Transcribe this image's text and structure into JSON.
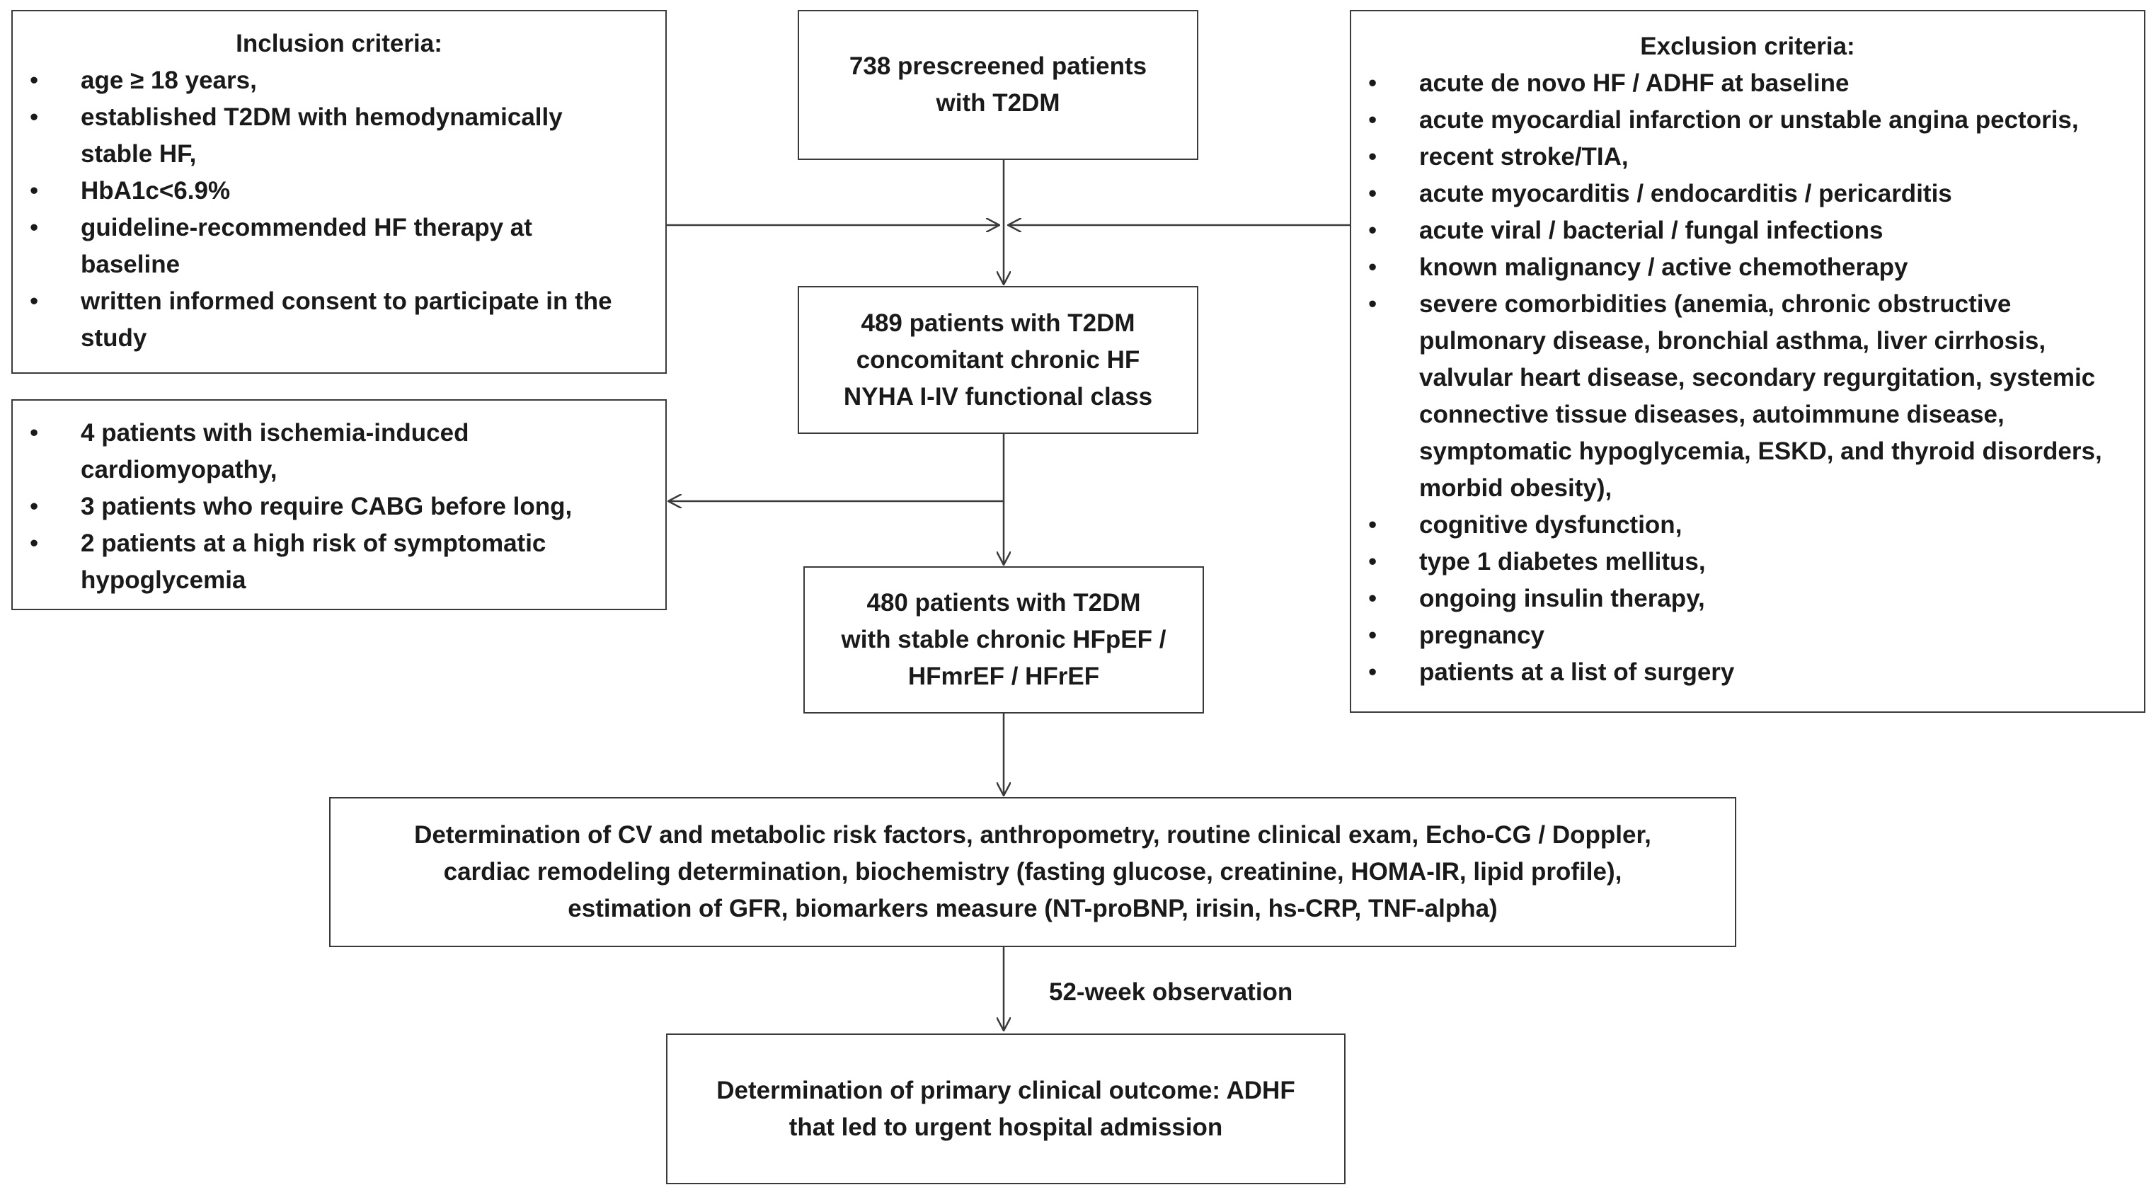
{
  "inclusion": {
    "title": "Inclusion criteria:",
    "items": [
      "age ≥ 18 years,",
      "established T2DM with hemodynamically stable HF,",
      "HbA1c<6.9%",
      "guideline-recommended  HF therapy at baseline",
      "written informed consent to participate in the study"
    ]
  },
  "exclusion": {
    "title": "Exclusion criteria:",
    "items": [
      "acute de novo HF  / ADHF at baseline",
      "acute myocardial infarction or unstable angina pectoris,",
      "recent stroke/TIA,",
      "acute myocarditis / endocarditis / pericarditis",
      "acute viral / bacterial / fungal infections",
      "known malignancy / active chemotherapy",
      "severe comorbidities (anemia, chronic obstructive pulmonary disease, bronchial asthma, liver cirrhosis, valvular heart disease, secondary regurgitation, systemic connective tissue diseases, autoimmune disease, symptomatic hypoglycemia, ESKD, and thyroid disorders, morbid obesity),",
      "cognitive dysfunction,",
      "type 1 diabetes mellitus,",
      "ongoing insulin therapy,",
      "pregnancy",
      "patients at a list of surgery"
    ]
  },
  "excluded_patients": {
    "items": [
      "4 patients with ischemia-induced cardiomyopathy,",
      "3 patients who require CABG before long,",
      "2 patients at a high risk of symptomatic hypoglycemia"
    ]
  },
  "flow": {
    "prescreened": [
      "738 prescreened patients",
      "with T2DM"
    ],
    "chronic_hf": [
      "489 patients with T2DM",
      "concomitant chronic HF",
      "NYHA I-IV functional  class"
    ],
    "stable": [
      "480 patients with T2DM",
      "with stable chronic HFpEF /",
      "HFmrEF / HFrEF"
    ],
    "determination": [
      "Determination of CV and metabolic risk factors,  anthropometry, routine clinical  exam, Echo-CG / Doppler,",
      "cardiac remodeling determination, biochemistry (fasting glucose, creatinine, HOMA-IR, lipid profile),",
      "estimation of GFR, biomarkers measure (NT-proBNP, irisin, hs-CRP, TNF-alpha)"
    ],
    "observation_label": "52-week observation",
    "outcome": [
      "Determination of primary clinical outcome: ADHF",
      "that led to urgent hospital admission"
    ]
  }
}
